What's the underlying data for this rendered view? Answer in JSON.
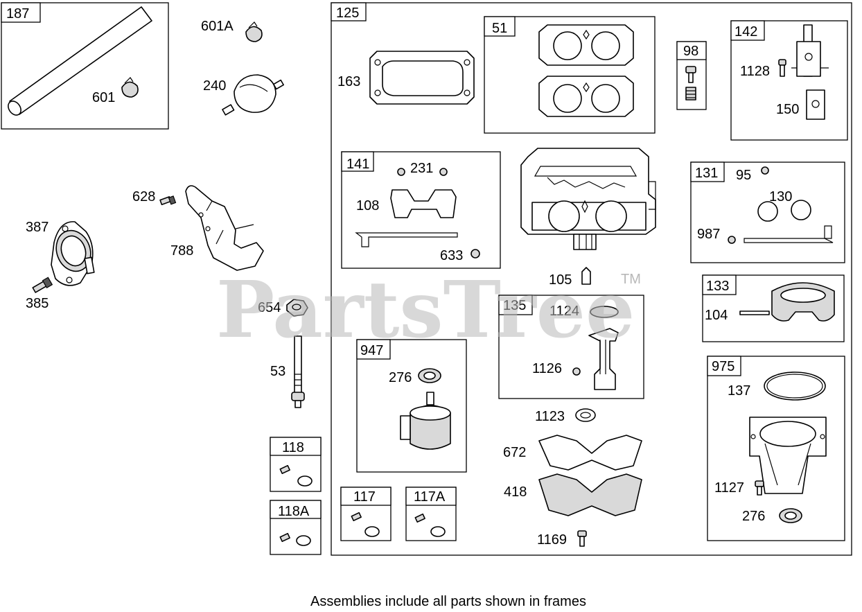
{
  "watermark": {
    "brand": "PartsTree",
    "trademark": "TM"
  },
  "caption": "Assemblies include all parts shown in frames",
  "frames": {
    "f187": "187",
    "f125": "125",
    "f51": "51",
    "f98": "98",
    "f142": "142",
    "f141": "141",
    "f131": "131",
    "f133": "133",
    "f135": "135",
    "f947": "947",
    "f975": "975",
    "f118": "118",
    "f118a": "118A",
    "f117": "117",
    "f117a": "117A"
  },
  "parts": {
    "p601": "601",
    "p601a": "601A",
    "p240": "240",
    "p628": "628",
    "p788": "788",
    "p387": "387",
    "p385": "385",
    "p654": "654",
    "p53": "53",
    "p163": "163",
    "p1128": "1128",
    "p150": "150",
    "p231": "231",
    "p108": "108",
    "p633": "633",
    "p95": "95",
    "p130": "130",
    "p987": "987",
    "p105": "105",
    "p104": "104",
    "p1124": "1124",
    "p1126": "1126",
    "p276a": "276",
    "p1123": "1123",
    "p137": "137",
    "p672": "672",
    "p418": "418",
    "p1127": "1127",
    "p276b": "276",
    "p1169": "1169"
  }
}
